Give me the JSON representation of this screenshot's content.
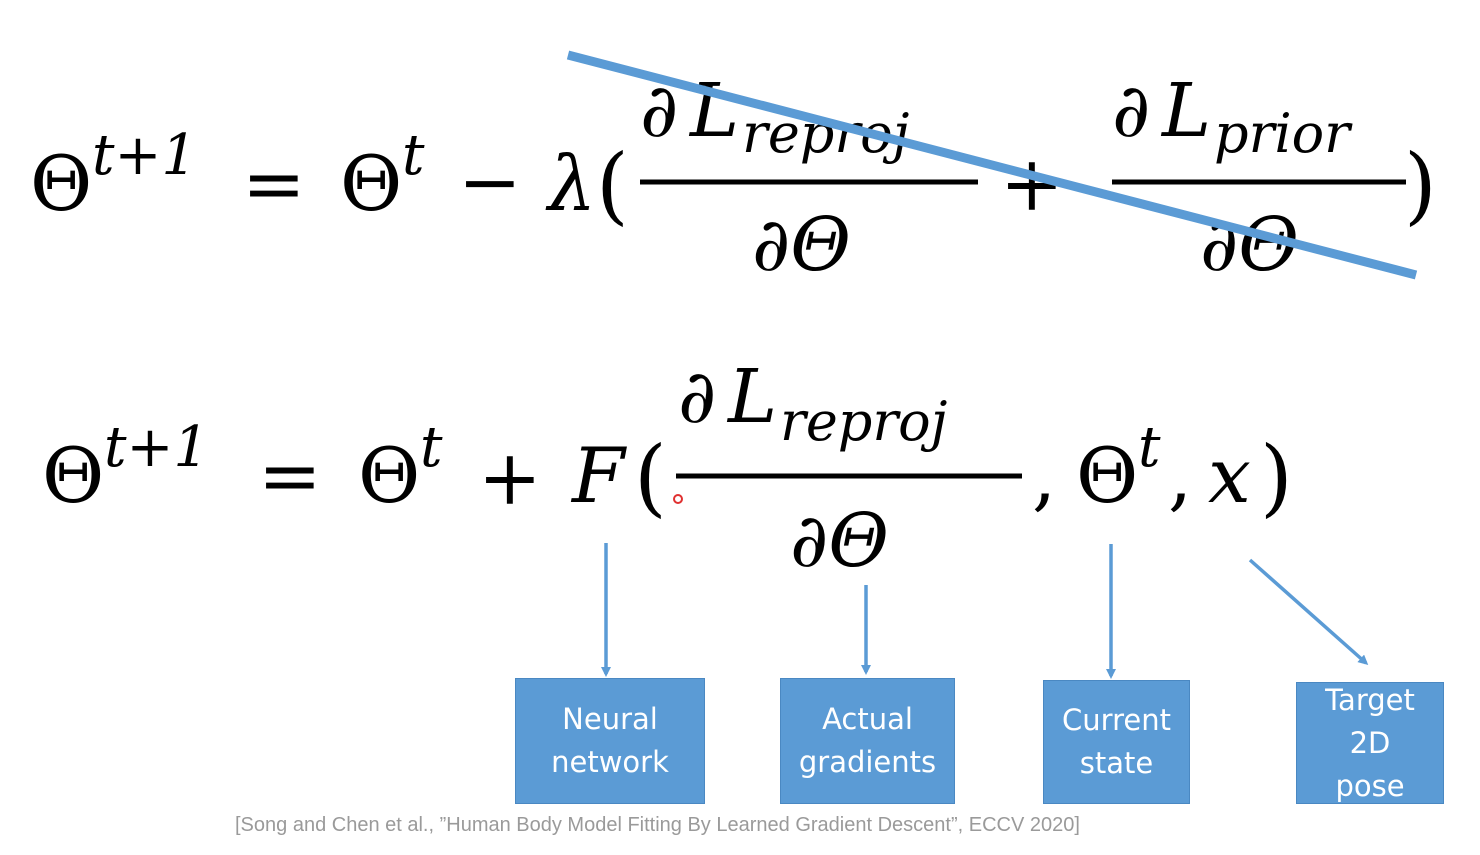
{
  "equation_1": {
    "lhs_base": "Θ",
    "lhs_superscript": "t+1",
    "equals": "=",
    "rhs_base": "Θ",
    "rhs_superscript": "t",
    "minus": "−",
    "lambda": "λ",
    "open_paren": "(",
    "frac1_numerator_d": "∂",
    "frac1_numerator_L": "L",
    "frac1_numerator_sub": "reproj",
    "frac1_denominator": "∂Θ",
    "plus": "+",
    "frac2_numerator_d": "∂",
    "frac2_numerator_L": "L",
    "frac2_numerator_sub": "prior",
    "frac2_denominator": "∂Θ",
    "close_paren": ")"
  },
  "equation_2": {
    "lhs_base": "Θ",
    "lhs_superscript": "t+1",
    "equals": "=",
    "rhs_base": "Θ",
    "rhs_superscript": "t",
    "plus": "+",
    "function": "F",
    "open_paren": "(",
    "frac_numerator_d": "∂",
    "frac_numerator_L": "L",
    "frac_numerator_sub": "reproj",
    "frac_denominator": "∂Θ",
    "comma1": ",",
    "state_base": "Θ",
    "state_superscript": "t",
    "comma2": ",",
    "x": "x",
    "close_paren": ")"
  },
  "labels": {
    "neural_network": [
      "Neural",
      "network"
    ],
    "actual_gradients": [
      "Actual",
      "gradients"
    ],
    "current_state": [
      "Current",
      "state"
    ],
    "target_pose": [
      "Target",
      "2D",
      "pose"
    ]
  },
  "citation": "[Song and Chen et al., ”Human Body Model Fitting By Learned Gradient Descent”, ECCV 2020]",
  "colors": {
    "box_fill": "#5b9bd5",
    "arrow": "#5b9bd5",
    "strike_line": "#5b9bd5",
    "citation_text": "#9a9a9a"
  }
}
